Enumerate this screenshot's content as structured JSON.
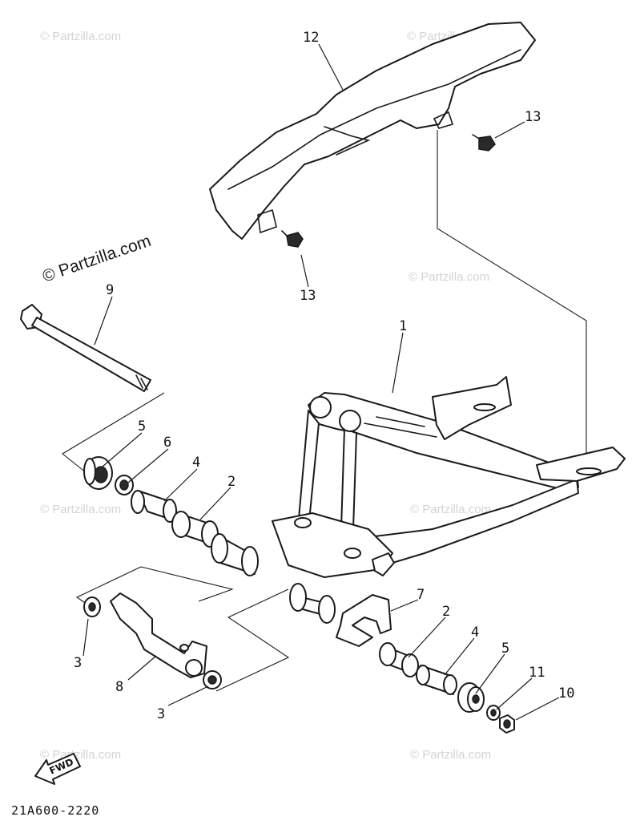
{
  "watermark_text": "© Partzilla.com",
  "diagram_code": "21A600-2220",
  "fwd_label": "FWD",
  "callouts": {
    "c1": "1",
    "c2a": "2",
    "c2b": "2",
    "c3a": "3",
    "c3b": "3",
    "c4a": "4",
    "c4b": "4",
    "c5a": "5",
    "c5b": "5",
    "c6": "6",
    "c7": "7",
    "c8": "8",
    "c9": "9",
    "c10": "10",
    "c11": "11",
    "c12": "12",
    "c13a": "13",
    "c13b": "13"
  }
}
